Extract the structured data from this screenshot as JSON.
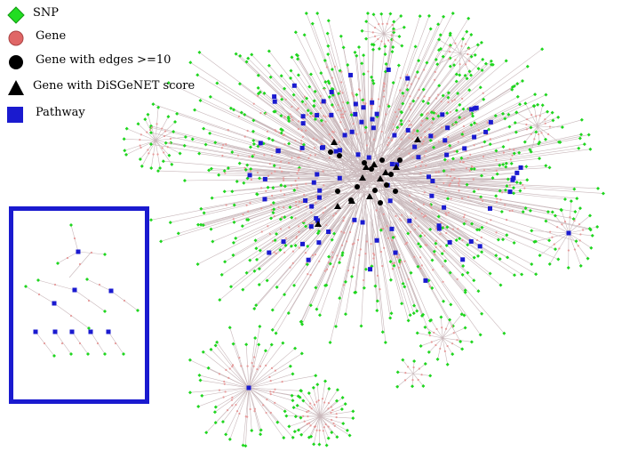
{
  "legend": {
    "items": [
      {
        "label": "SNP",
        "shape": "diamond",
        "color": "#22dd22"
      },
      {
        "label": "Gene",
        "shape": "circle",
        "color": "#e06666"
      },
      {
        "label": "Gene with edges >=10",
        "shape": "circle",
        "color": "#000000"
      },
      {
        "label": "Gene with DiSGeNET score",
        "shape": "triangle",
        "color": "#000000"
      },
      {
        "label": "Pathway",
        "shape": "square",
        "color": "#1a1acf"
      }
    ]
  },
  "colors": {
    "snp": "#1fd61f",
    "gene": "#e69a9a",
    "pathway": "#1a1ad0",
    "edge": "#c9b8bb",
    "inset_border": "#1a1acf"
  }
}
